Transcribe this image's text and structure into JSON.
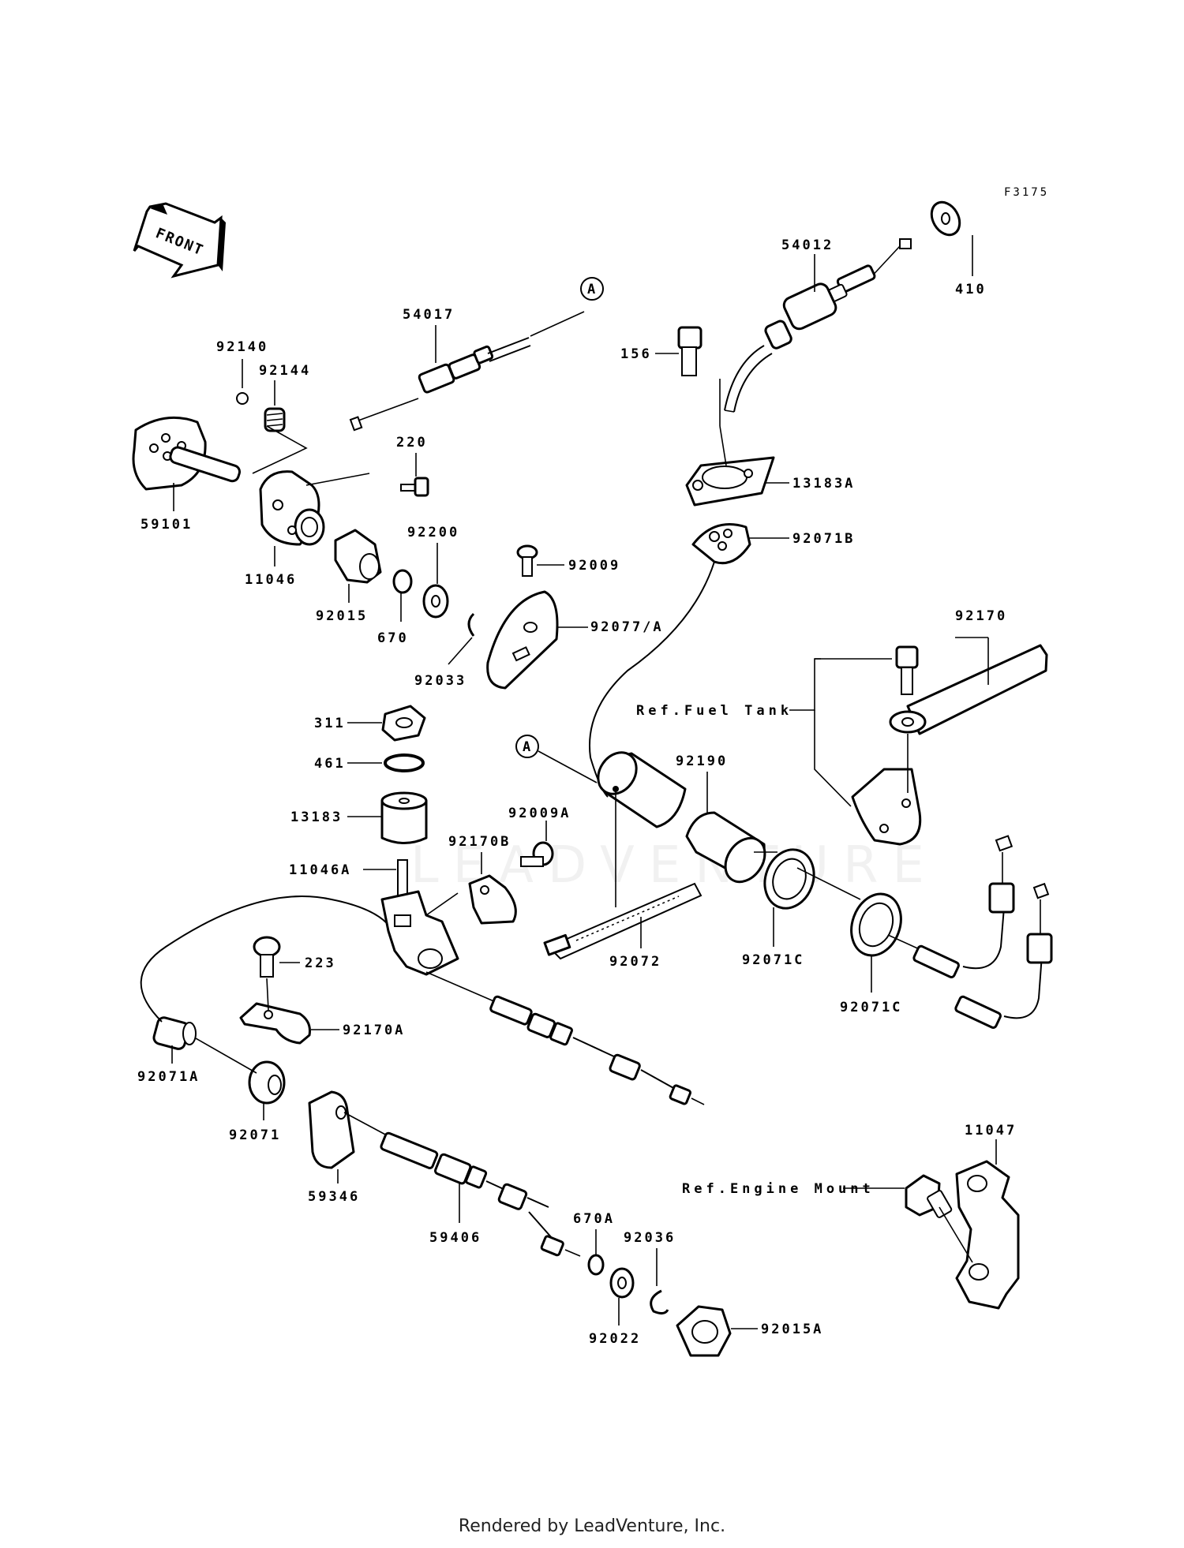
{
  "diagram": {
    "figure_code": "F3175",
    "front_arrow_label": "FRONT",
    "ref_labels": {
      "fuel_tank": "Ref.Fuel Tank",
      "engine_mount": "Ref.Engine Mount"
    },
    "callout_marker": "A",
    "parts": {
      "p92140": "92140",
      "p92144": "92144",
      "p59101": "59101",
      "p11046": "11046",
      "p54017": "54017",
      "p220": "220",
      "p92015": "92015",
      "p670": "670",
      "p92200": "92200",
      "p92033": "92033",
      "p92009": "92009",
      "p92077A": "92077/A",
      "p54012": "54012",
      "p410": "410",
      "p156": "156",
      "p13183A": "13183A",
      "p92071B": "92071B",
      "p92170": "92170",
      "p311": "311",
      "p461": "461",
      "p13183": "13183",
      "p92009A": "92009A",
      "p92170B": "92170B",
      "p11046A": "11046A",
      "p92190": "92190",
      "p92072": "92072",
      "p92071C_a": "92071C",
      "p92071C_b": "92071C",
      "p223": "223",
      "p92170A": "92170A",
      "p92071A": "92071A",
      "p92071": "92071",
      "p59346": "59346",
      "p59406": "59406",
      "p670A": "670A",
      "p92036": "92036",
      "p92022": "92022",
      "p92015A": "92015A",
      "p11047": "11047"
    }
  },
  "watermark": "LEADVENTURE",
  "footer": "Rendered by LeadVenture, Inc."
}
